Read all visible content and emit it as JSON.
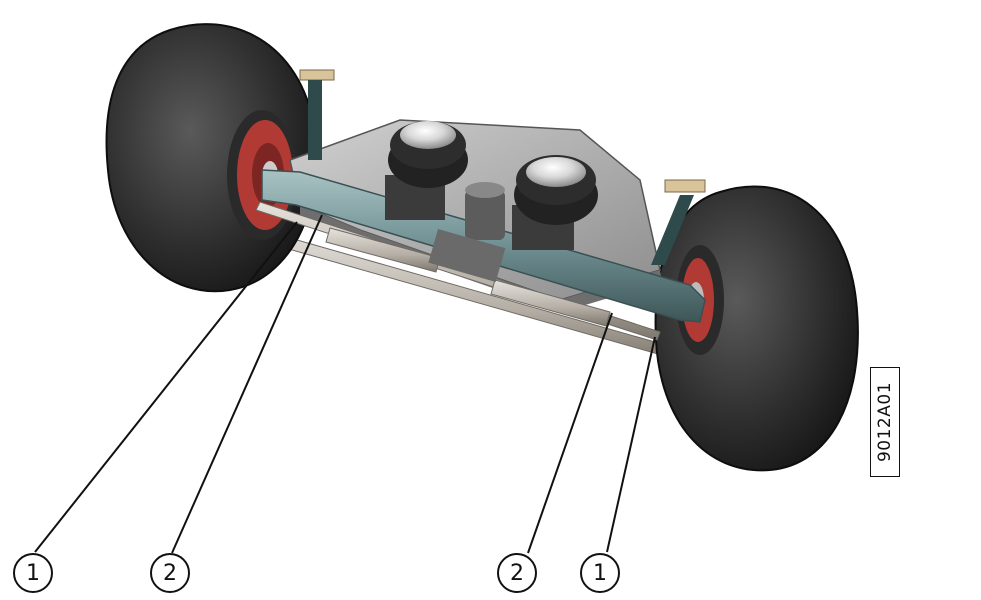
{
  "figure": {
    "id": "9012A01",
    "callouts": [
      {
        "number": "1"
      },
      {
        "number": "2"
      },
      {
        "number": "2"
      },
      {
        "number": "1"
      }
    ]
  }
}
